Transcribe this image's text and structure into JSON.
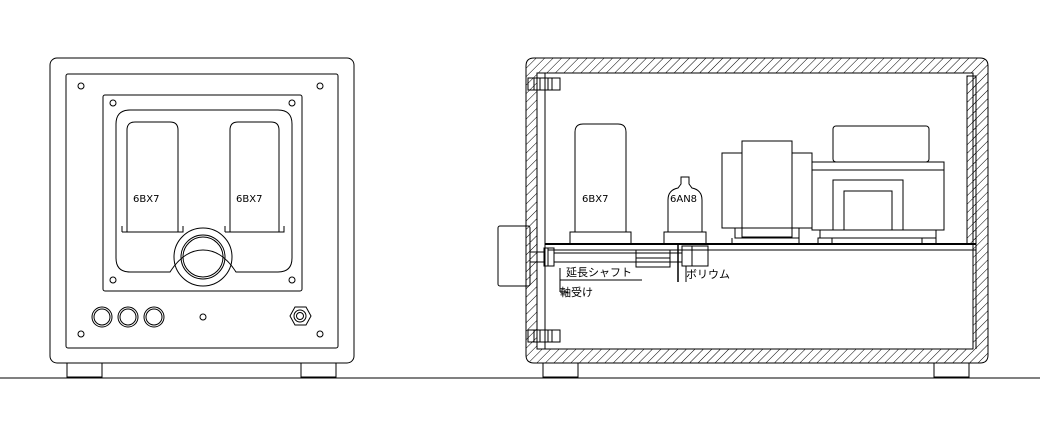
{
  "labels": {
    "front_left_tube": "6BX7",
    "front_right_tube": "6BX7",
    "side_power_tube": "6BX7",
    "side_small_tube": "6AN8",
    "extension_shaft": "延長シャフト",
    "bearing": "軸受け",
    "volume": "ボリウム"
  },
  "colors": {
    "line": "#000000",
    "background": "#ffffff"
  }
}
